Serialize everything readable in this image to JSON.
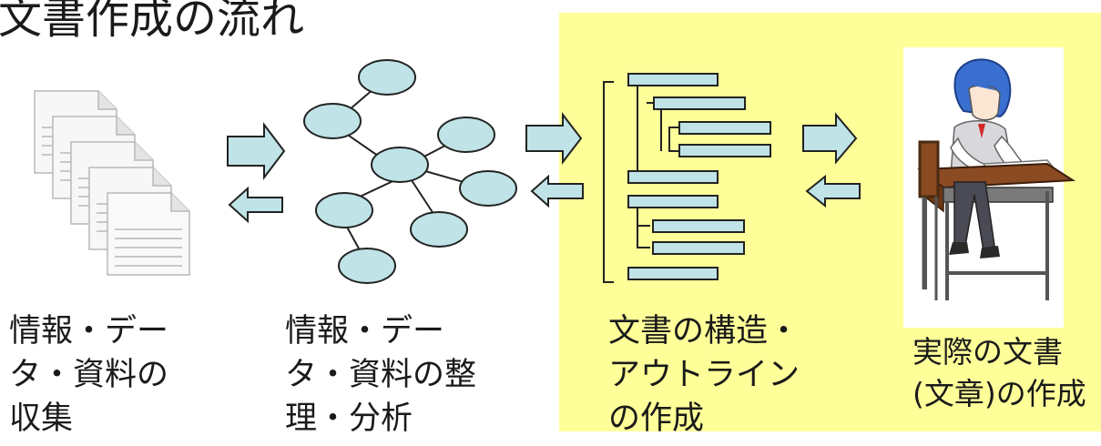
{
  "title": "文書作成の流れ",
  "steps": [
    {
      "id": "collect",
      "label": "情報・データ・資料の収集"
    },
    {
      "id": "organize",
      "label": "情報・データ・資料の整理・分析"
    },
    {
      "id": "outline",
      "label": "文書の構造・アウトラインの作成"
    },
    {
      "id": "writing",
      "label": "実際の文書(文章)の作成"
    }
  ],
  "colors": {
    "highlight": "#ffff99",
    "shape_fill": "#bfe3e6",
    "shape_stroke": "#222222"
  },
  "icons": {
    "collect": "document-stack-icon",
    "organize": "mind-map-icon",
    "outline": "outline-tree-icon",
    "writing": "student-writing-icon"
  }
}
